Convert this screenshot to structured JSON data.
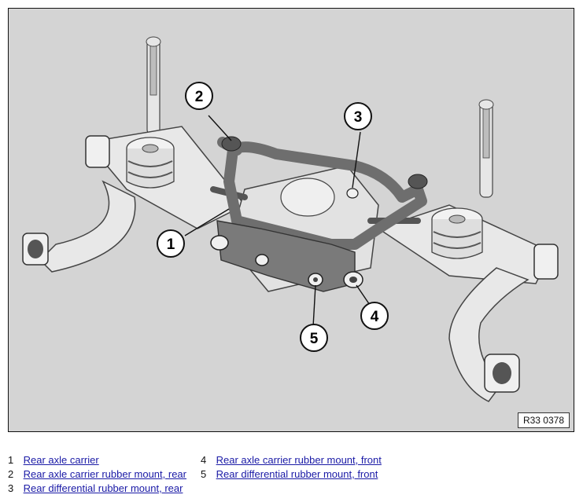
{
  "figure": {
    "reference_code": "R33 0378",
    "callouts": [
      "1",
      "2",
      "3",
      "4",
      "5"
    ]
  },
  "legend": {
    "items": [
      {
        "number": "1",
        "label": "Rear axle carrier"
      },
      {
        "number": "2",
        "label": "Rear axle carrier rubber mount, rear"
      },
      {
        "number": "3",
        "label": "Rear differential rubber mount, rear"
      },
      {
        "number": "4",
        "label": "Rear axle carrier rubber mount, front"
      },
      {
        "number": "5",
        "label": "Rear differential rubber mount, front"
      }
    ]
  },
  "colors": {
    "background": "#d4d4d4",
    "part_light": "#e8e8e8",
    "part_dark": "#6e6e6e",
    "carrier": "#8a8a8a",
    "link": "#1a1aa6"
  }
}
